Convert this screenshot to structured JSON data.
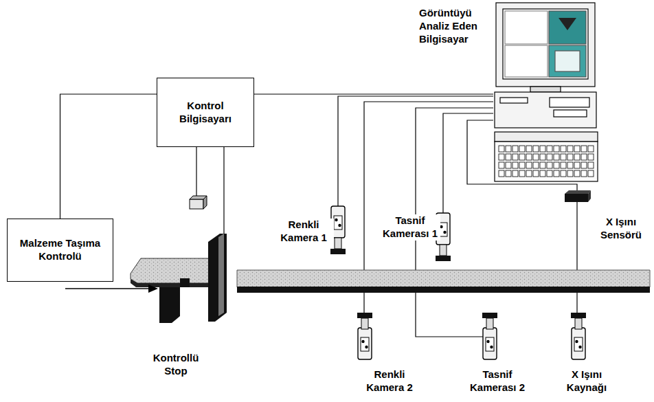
{
  "diagram": {
    "nodes": [
      {
        "text": [
          "Kontrol Bilgisayarı"
        ]
      },
      {
        "text": [
          "Malzeme Taşıma Kontrolü"
        ]
      },
      {
        "text": [
          "Görüntüyü Analiz Eden Bilgisayar"
        ]
      }
    ],
    "edges": [
      {
        "from": 1,
        "to": 0,
        "arrow": "none"
      },
      {
        "from": 0,
        "to": 2,
        "arrow": "none"
      }
    ],
    "labels": [
      "Renkli Kamera 1",
      "Tasnif Kamerası 1",
      "X Işını Sensörü",
      "Renkli Kamera 2",
      "Tasnif Kamerası 2",
      "X Işını Kaynağı",
      "Kontrollü Stop"
    ]
  }
}
